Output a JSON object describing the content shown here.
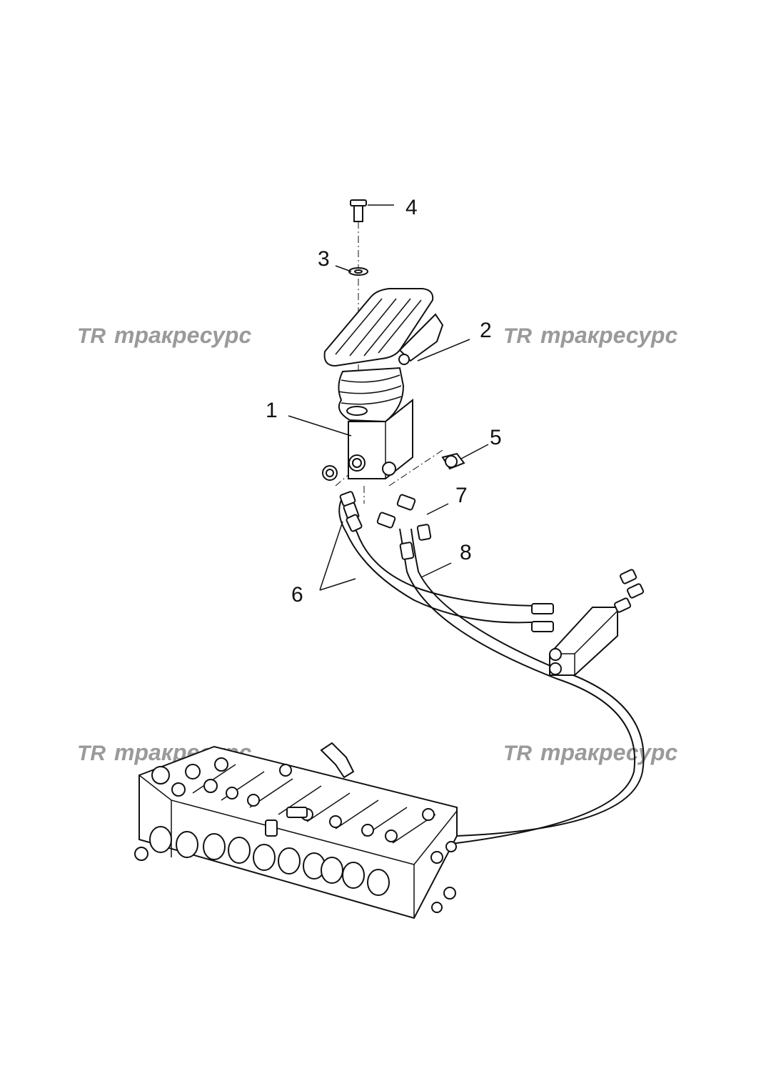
{
  "diagram": {
    "callouts": [
      {
        "id": "c1",
        "label": "1"
      },
      {
        "id": "c2",
        "label": "2"
      },
      {
        "id": "c3",
        "label": "3"
      },
      {
        "id": "c4",
        "label": "4"
      },
      {
        "id": "c5",
        "label": "5"
      },
      {
        "id": "c6",
        "label": "6"
      },
      {
        "id": "c7",
        "label": "7"
      },
      {
        "id": "c8",
        "label": "8"
      }
    ],
    "watermark": {
      "logo": "TR",
      "text": "тракресурс",
      "color": "#9a9a9a"
    },
    "line_color": "#111111",
    "background": "#ffffff"
  }
}
